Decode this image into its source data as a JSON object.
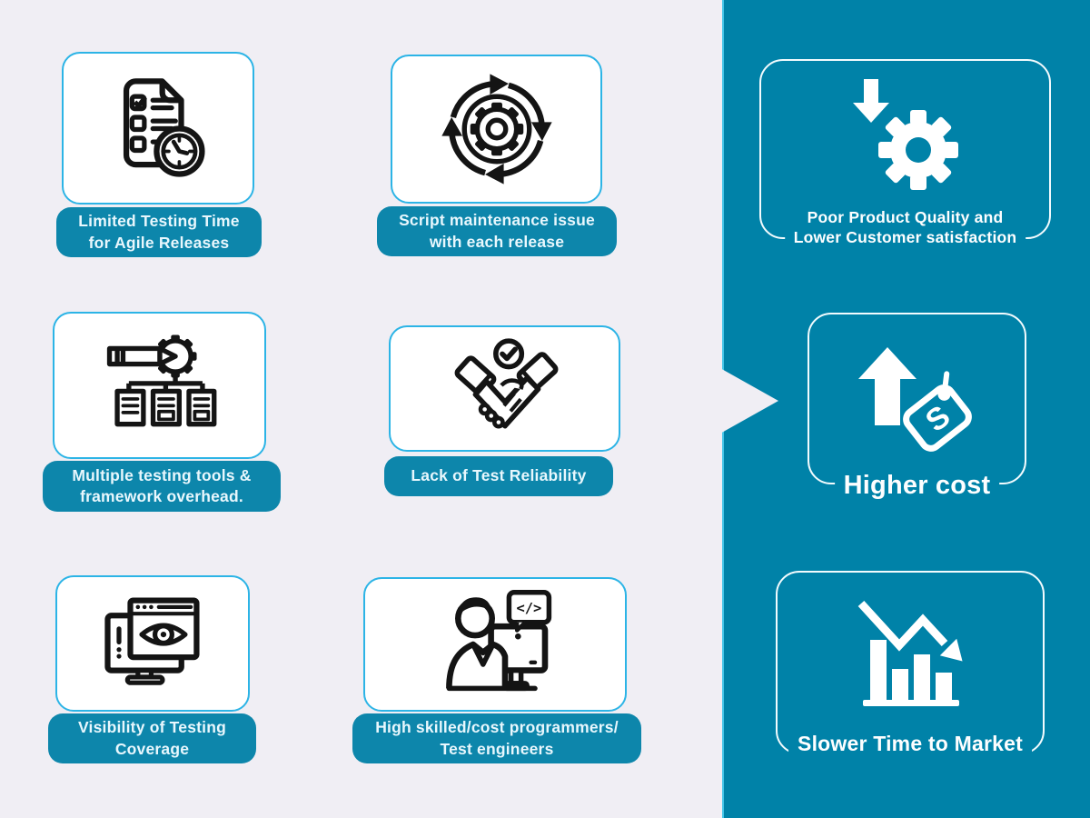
{
  "challenges": [
    {
      "name": "limited-testing-time",
      "icon": "checklist-clock-icon",
      "lines": [
        "Limited Testing Time",
        "for Agile Releases"
      ]
    },
    {
      "name": "script-maintenance",
      "icon": "cycle-gear-icon",
      "lines": [
        "Script maintenance issue",
        "with each release"
      ]
    },
    {
      "name": "multiple-tools",
      "icon": "pencil-gear-hierarchy-icon",
      "lines": [
        "Multiple testing tools &",
        "framework overhead."
      ]
    },
    {
      "name": "test-reliability",
      "icon": "handshake-check-icon",
      "lines": [
        "Lack of Test Reliability"
      ]
    },
    {
      "name": "visibility-coverage",
      "icon": "monitor-eye-icon",
      "lines": [
        "Visibility of Testing",
        "Coverage"
      ]
    },
    {
      "name": "high-skilled-cost",
      "icon": "programmer-icon",
      "lines": [
        "High skilled/cost programmers/",
        "Test engineers"
      ]
    }
  ],
  "consequences": [
    {
      "name": "poor-quality",
      "icon": "gear-down-arrow-icon",
      "lines": [
        "Poor Product Quality and",
        "Lower Customer satisfaction"
      ]
    },
    {
      "name": "higher-cost",
      "icon": "up-arrow-price-tag-icon",
      "lines": [
        "Higher cost"
      ]
    },
    {
      "name": "slower-time-to-market",
      "icon": "declining-bar-chart-icon",
      "lines": [
        "Slower Time to Market"
      ]
    }
  ],
  "icons": {
    "price_tag_glyph": "S",
    "code_glyph": "</>"
  },
  "colors": {
    "background": "#f0eef4",
    "panel_teal": "#0082a8",
    "banner_teal": "#0d86ab",
    "card_border_cyan": "#2cb4e6",
    "panel_edge_highlight": "#45c6e9",
    "icon_line": "#141414",
    "label_text": "#e8f7fd",
    "white": "#ffffff"
  }
}
